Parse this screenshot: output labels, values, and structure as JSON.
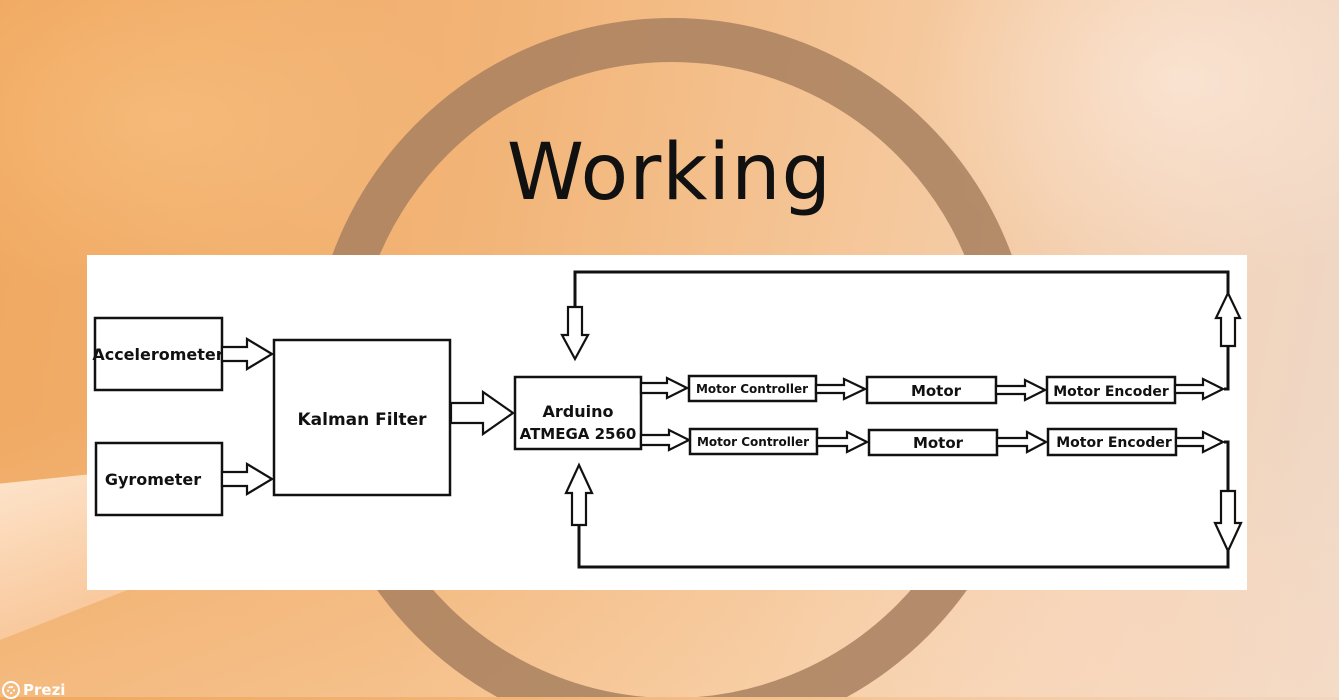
{
  "slide": {
    "title": "Working"
  },
  "diagram": {
    "nodes": {
      "accelerometer": "Accelerometer",
      "gyrometer": "Gyrometer",
      "kalman_filter": "Kalman Filter",
      "arduino_line1": "Arduino",
      "arduino_line2": "ATMEGA 2560",
      "motor_controller_top": "Motor Controller",
      "motor_controller_bottom": "Motor Controller",
      "motor_top": "Motor",
      "motor_bottom": "Motor",
      "motor_encoder_top": "Motor Encoder",
      "motor_encoder_bottom": "Motor Encoder"
    }
  },
  "branding": {
    "logo_text": "Prezi"
  }
}
